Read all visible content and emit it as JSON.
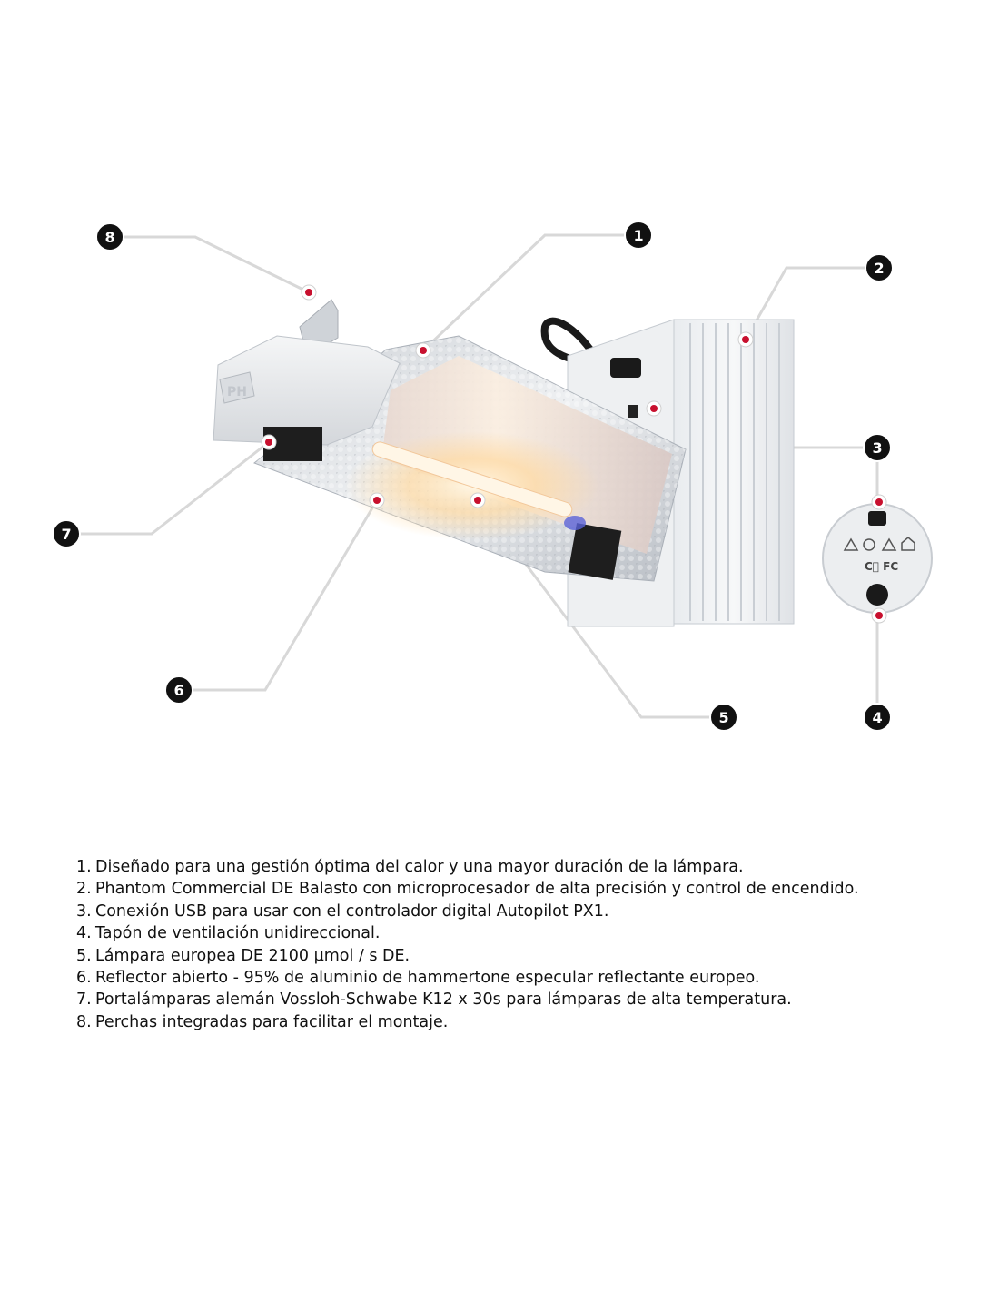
{
  "product_label": "PH",
  "callouts": [
    {
      "number": "1",
      "label": "1."
    },
    {
      "number": "2",
      "label": "2."
    },
    {
      "number": "3",
      "label": "3."
    },
    {
      "number": "4",
      "label": "4."
    },
    {
      "number": "5",
      "label": "5."
    },
    {
      "number": "6",
      "label": "6."
    },
    {
      "number": "7",
      "label": "7."
    },
    {
      "number": "8",
      "label": "8."
    }
  ],
  "features": [
    {
      "num": "1.",
      "text": "Diseñado para una gestión óptima del calor y una mayor duración de la lámpara."
    },
    {
      "num": "2.",
      "text": "Phantom Commercial DE Balasto con microprocesador de alta precisión y control de encendido."
    },
    {
      "num": "3.",
      "text": "Conexión USB para usar con el controlador digital Autopilot PX1."
    },
    {
      "num": "4.",
      "text": "Tapón de ventilación unidireccional."
    },
    {
      "num": "5.",
      "text": "Lámpara europea DE 2100 µmol / s DE."
    },
    {
      "num": "6.",
      "text": "Reflector abierto - 95% de aluminio de hammertone especular reflectante europeo."
    },
    {
      "num": "7.",
      "text": "Portalámparas alemán Vossloh-Schwabe K12 x 30s para lámparas de alta temperatura."
    },
    {
      "num": "8.",
      "text": "Perchas integradas para facilitar el montaje."
    }
  ],
  "colors": {
    "marker": "#c8102e",
    "callout_bg": "#111111",
    "leader": "#dcdcdc"
  }
}
